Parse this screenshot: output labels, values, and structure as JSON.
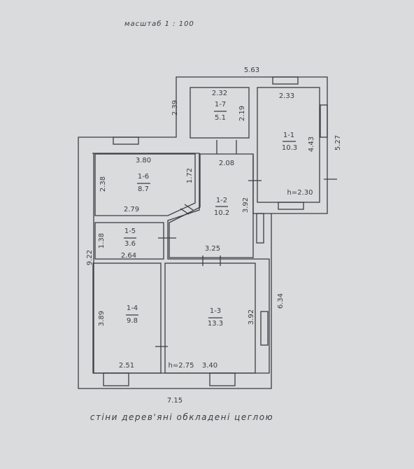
{
  "scale_label": "масштаб   1 : 100",
  "caption": "стіни дерев'яні обкладені цеглою",
  "rooms": [
    {
      "id": "1-1",
      "area": "10.3"
    },
    {
      "id": "1-2",
      "area": "10.2"
    },
    {
      "id": "1-3",
      "area": "13.3"
    },
    {
      "id": "1-4",
      "area": "9.8"
    },
    {
      "id": "1-5",
      "area": "3.6"
    },
    {
      "id": "1-6",
      "area": "8.7"
    },
    {
      "id": "1-7",
      "area": "5.1"
    }
  ],
  "dimensions": {
    "total_top": "5.63",
    "total_bottom": "7.15",
    "total_left": "9.22",
    "right_lower": "6.34",
    "right_upper": "5.27",
    "r17_width": "2.32",
    "r17_height_outer": "2.39",
    "r17_height_inner": "2.19",
    "r11_width": "2.33",
    "r11_height": "4.43",
    "r16_width": "3.80",
    "r16_height": "2.38",
    "r16_bottom": "2.79",
    "r12_width": "2.08",
    "r12_height": "3.92",
    "r12_side": "1.72",
    "r15_height": "1.38",
    "r15_width": "2.64",
    "r13_width": "3.25",
    "r13_height": "3.92",
    "r13_bottom": "3.40",
    "r14_height": "3.89",
    "r14_width": "2.51"
  },
  "heights": {
    "r11": "h=2.30",
    "r13": "h=2.75"
  },
  "colors": {
    "background": "#d9dbdc",
    "ink": "#3a3d42"
  }
}
